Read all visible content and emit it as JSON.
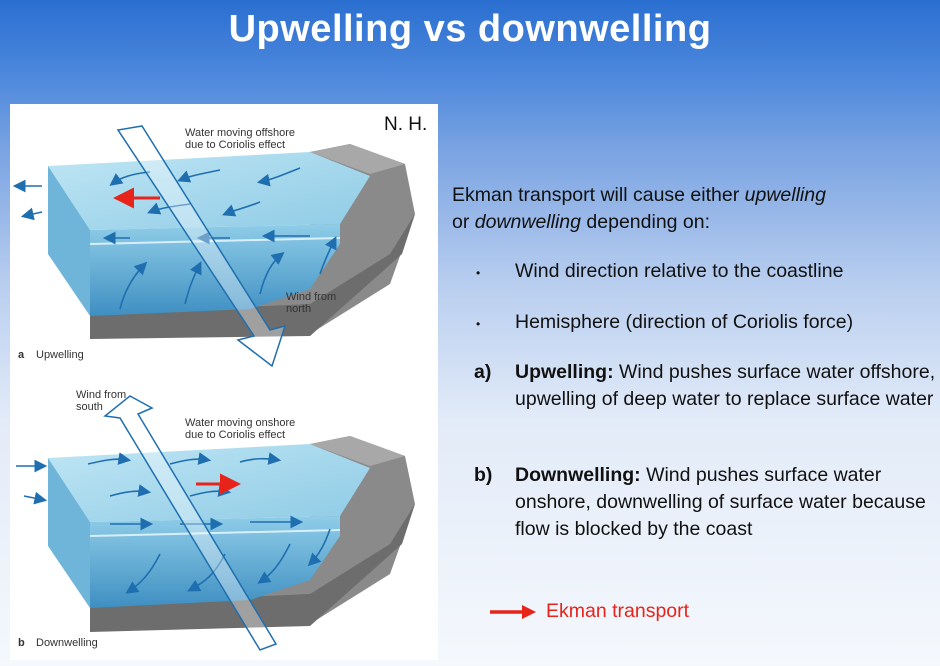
{
  "title": "Upwelling vs downwelling",
  "figure": {
    "hemisphere_label": "N. H.",
    "panel_a": {
      "caption_letter": "a",
      "caption": "Upwelling",
      "water_label_1": "Water moving offshore",
      "water_label_2": "due to Coriolis effect",
      "wind_label_1": "Wind from",
      "wind_label_2": "north"
    },
    "panel_b": {
      "caption_letter": "b",
      "caption": "Downwelling",
      "water_label_1": "Water moving onshore",
      "water_label_2": "due to Coriolis effect",
      "wind_label_1": "Wind from",
      "wind_label_2": "south"
    }
  },
  "text": {
    "intro_1": "Ekman transport will cause either ",
    "intro_upwelling": "upwelling",
    "intro_2": "or ",
    "intro_downwelling": "downwelling",
    "intro_3": " depending on:",
    "bullets": [
      "Wind direction relative to the coastline",
      "Hemisphere (direction of Coriolis force)"
    ],
    "items": [
      {
        "marker": "a)",
        "lead": "Upwelling:",
        "rest": " Wind pushes surface water offshore, upwelling of deep water to replace surface water"
      },
      {
        "marker": "b)",
        "lead": "Downwelling:",
        "rest": " Wind pushes surface water onshore, downwelling of surface water because flow is blocked by the coast"
      }
    ]
  },
  "legend": {
    "label": "Ekman transport",
    "color": "#e8231a"
  }
}
